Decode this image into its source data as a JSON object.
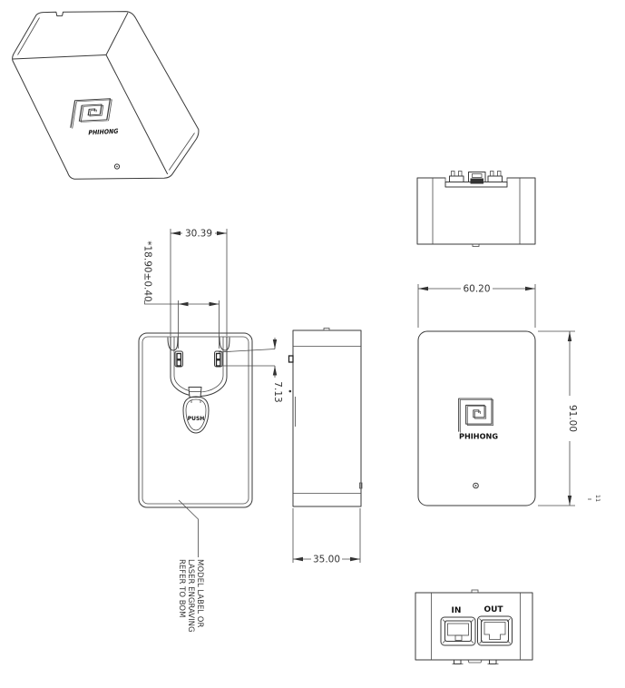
{
  "drawing": {
    "type": "mechanical-drawing",
    "subject": "Phihong power adapter, multi-view engineering drawing",
    "colors": {
      "line": "#3a3a3a",
      "dark": "#222222",
      "background": "#ffffff",
      "text": "#333333"
    },
    "labels": {
      "dim_blade_span": "30.39",
      "dim_blade_pitch": "*18.90±0.40",
      "dim_blade_height": "7.13",
      "dim_depth": "35.00",
      "dim_width": "60.20",
      "dim_height": "91.00",
      "push_button": "PUSH",
      "port_in": "IN",
      "port_out": "OUT",
      "brand_iso": "PHIHONG",
      "brand_back": "PHIHONG",
      "note_line1": "MODEL LABEL OR",
      "note_line2": "LASER ENGRAVING",
      "note_line3": "REFER TO BOM",
      "stray_mark": "11"
    }
  }
}
